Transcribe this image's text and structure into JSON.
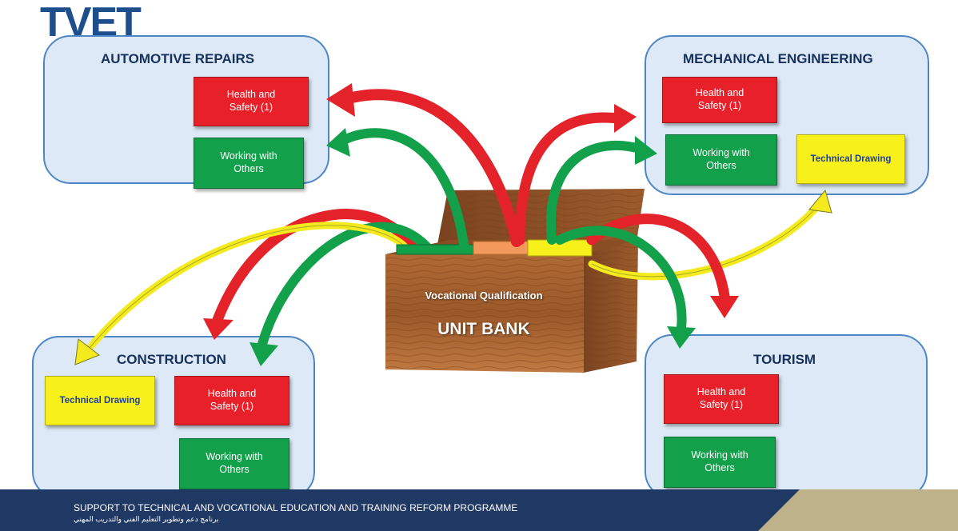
{
  "logo": "TVET",
  "center": {
    "label_top": "Vocational Qualification",
    "label_main": "UNIT BANK"
  },
  "panels": {
    "automotive": {
      "title": "AUTOMOTIVE REPAIRS",
      "units": [
        "Health and Safety (1)",
        "Working with Others"
      ]
    },
    "mechanical": {
      "title": "MECHANICAL ENGINEERING",
      "units": [
        "Health and Safety (1)",
        "Working with Others",
        "Technical Drawing"
      ]
    },
    "construction": {
      "title": "CONSTRUCTION",
      "units": [
        "Technical Drawing",
        "Health and Safety (1)",
        "Working with Others"
      ]
    },
    "tourism": {
      "title": "TOURISM",
      "units": [
        "Health and Safety (1)",
        "Working with Others"
      ]
    }
  },
  "footer": {
    "english": "SUPPORT TO TECHNICAL AND VOCATIONAL EDUCATION AND TRAINING REFORM PROGRAMME",
    "arabic": "برنامج دعم وتطوير التعليم الفني والتدريب المهني"
  },
  "colors": {
    "health_safety": "#e8202a",
    "working_with_others": "#12a04a",
    "technical_drawing": "#f7f01a",
    "panel_fill": "#dde9f6",
    "panel_border": "#4f86c6",
    "title_text": "#16325c",
    "footer_bar": "#1f3864"
  }
}
